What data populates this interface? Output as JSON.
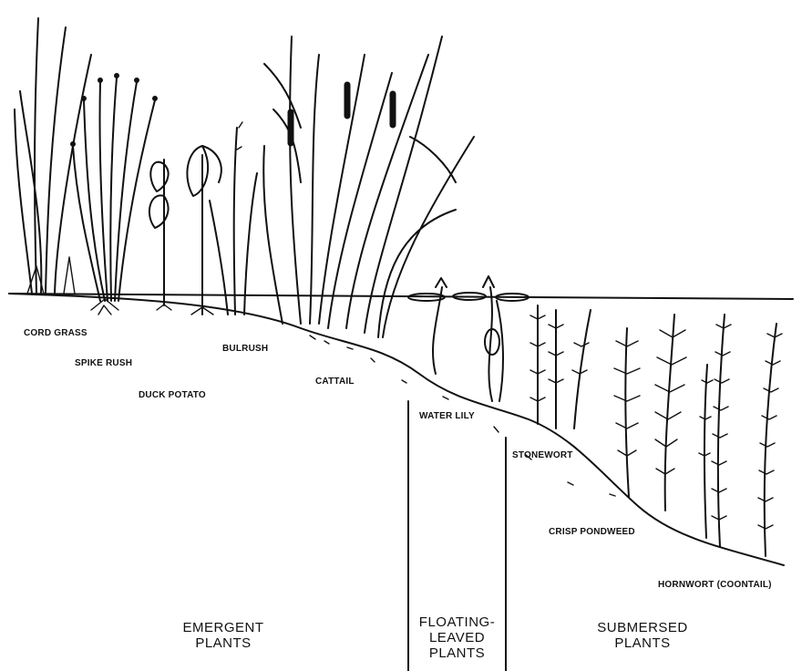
{
  "plant_labels": {
    "cord_grass": "CORD GRASS",
    "spike_rush": "SPIKE RUSH",
    "duck_potato": "DUCK POTATO",
    "bulrush": "BULRUSH",
    "cattail": "CATTAIL",
    "water_lily": "WATER LILY",
    "stonewort": "STONEWORT",
    "crisp_pondweed": "CRISP PONDWEED",
    "hornwort": "HORNWORT (COONTAIL)"
  },
  "zones": {
    "emergent": [
      "EMERGENT",
      "PLANTS"
    ],
    "floating": [
      "FLOATING-",
      "LEAVED",
      "PLANTS"
    ],
    "submersed": [
      "SUBMERSED",
      "PLANTS"
    ]
  }
}
